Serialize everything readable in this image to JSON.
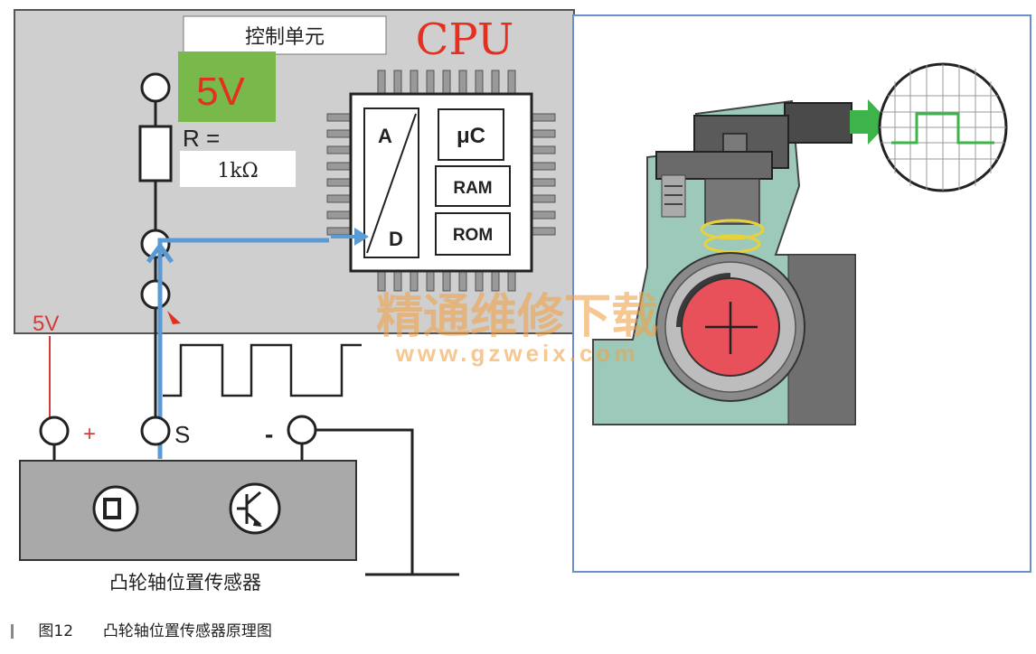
{
  "control_unit": {
    "label": "控制单元",
    "cpu_label": "CPU",
    "supply_badge": "5V",
    "resistor_label": "R =",
    "resistor_value": "1kΩ",
    "chip_blocks": {
      "a": "A",
      "d": "D",
      "uc": "μC",
      "ram": "RAM",
      "rom": "ROM"
    }
  },
  "sensor": {
    "supply_label": "5V",
    "terminal_plus": "+",
    "terminal_signal": "S",
    "terminal_minus": "-",
    "name": "凸轮轴位置传感器"
  },
  "watermark": {
    "line1": "精通维修下载",
    "line2": "www.gzweix.com"
  },
  "caption": {
    "figure_no": "图12",
    "title": "凸轮轴位置传感器原理图"
  },
  "colors": {
    "signal_blue": "#5b9bd5",
    "cpu_red": "#e53020",
    "panel_gray": "#cfcfcf",
    "scope_green": "#3db34a",
    "rotor_red": "#e8505a"
  }
}
